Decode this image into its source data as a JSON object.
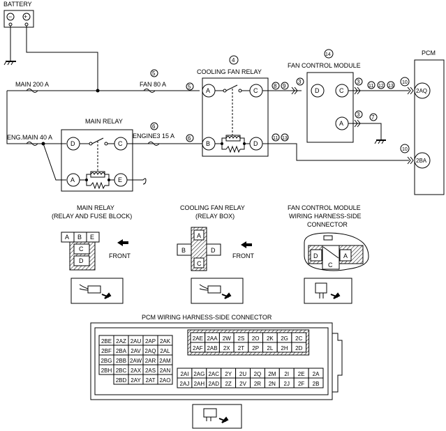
{
  "battery": {
    "label": "BATTERY",
    "pos": "+",
    "neg": "−"
  },
  "fuses": {
    "main200": "MAIN 200 A",
    "fan80": "FAN 80 A",
    "engmain40": "ENG.MAIN 40 A",
    "engine3": "ENGINE3 15 A"
  },
  "cooling_fan_relay": {
    "title": "COOLING FAN RELAY",
    "num": "4",
    "terminals": {
      "a": "A",
      "b": "B",
      "c": "C",
      "d": "D"
    }
  },
  "main_relay": {
    "title": "MAIN RELAY",
    "terminals": {
      "a": "A",
      "c": "C",
      "d": "D",
      "e": "E"
    }
  },
  "fan_control_module": {
    "title": "FAN CONTROL MODULE",
    "num": "14",
    "terminals": {
      "a": "A",
      "c": "C",
      "d": "D"
    }
  },
  "pcm": {
    "title": "PCM",
    "t1": "2AQ",
    "t2": "2BA"
  },
  "markers": {
    "m5": "5",
    "m5b": "5",
    "m6": "6",
    "m6b": "6",
    "m8": "8",
    "m9": "9",
    "m3a": "3",
    "m3b": "3",
    "m3c": "3",
    "m11": "11",
    "m12": "12",
    "m13": "13",
    "m10a": "10",
    "m7": "7",
    "m11b": "11",
    "m13b": "13",
    "m10b": "10"
  },
  "views": {
    "main_relay": {
      "title1": "MAIN RELAY",
      "title2": "(RELAY AND FUSE BLOCK)",
      "front": "FRONT",
      "cells": [
        "A",
        "B",
        "E",
        "C",
        "D"
      ]
    },
    "fan_relay": {
      "title1": "COOLING FAN RELAY",
      "title2": "(RELAY BOX)",
      "front": "FRONT",
      "cells": [
        "A",
        "B",
        "D",
        "C"
      ]
    },
    "fcm": {
      "title1": "FAN CONTROL MODULE",
      "title2": "WIRING HARNESS-SIDE",
      "title3": "CONNECTOR",
      "cells": [
        "D",
        "A",
        "C"
      ]
    }
  },
  "pcm_connector": {
    "title": "PCM WIRING HARNESS-SIDE CONNECTOR",
    "left_block": [
      [
        "2BE",
        "2AZ",
        "2AU",
        "2AP",
        "2AK"
      ],
      [
        "2BF",
        "2BA",
        "2AV",
        "2AQ",
        "2AL"
      ],
      [
        "2BG",
        "2BB",
        "2AW",
        "2AR",
        "2AM"
      ],
      [
        "2BH",
        "2BC",
        "2AX",
        "2AS",
        "2AN"
      ],
      [
        "",
        "2BD",
        "2AY",
        "2AT",
        "2AO"
      ]
    ],
    "top_right": [
      [
        "2AE",
        "2AA",
        "2W",
        "2S",
        "2O",
        "2K",
        "2G",
        "2C"
      ],
      [
        "2AF",
        "2AB",
        "2X",
        "2T",
        "2P",
        "2L",
        "2H",
        "2D"
      ]
    ],
    "bottom_right": [
      [
        "2AI",
        "2AG",
        "2AC",
        "2Y",
        "2U",
        "2Q",
        "2M",
        "2I",
        "2E",
        "2A"
      ],
      [
        "2AJ",
        "2AH",
        "2AD",
        "2Z",
        "2V",
        "2R",
        "2N",
        "2J",
        "2F",
        "2B"
      ]
    ]
  }
}
